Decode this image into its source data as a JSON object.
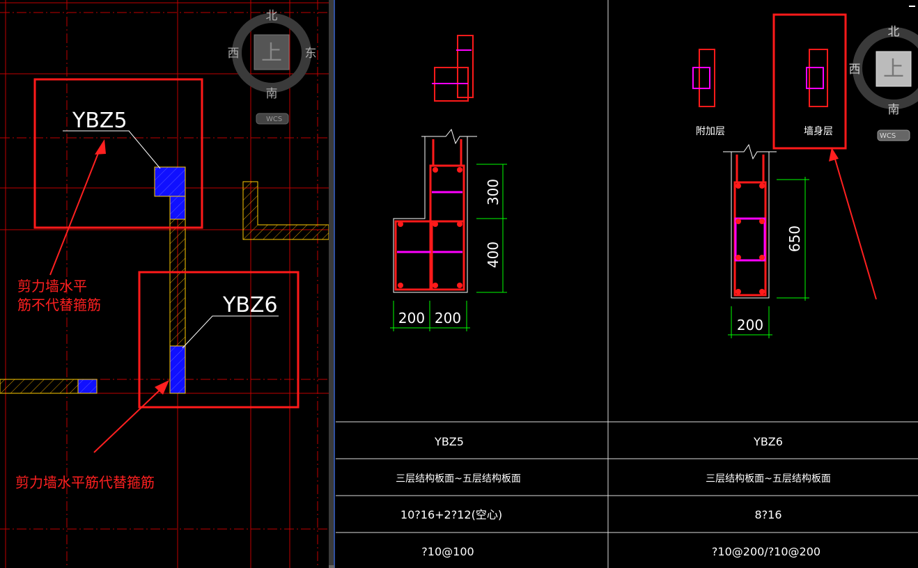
{
  "left_view": {
    "compass": {
      "north": "北",
      "south": "南",
      "west": "西",
      "east": "东",
      "center": "上",
      "wcs": "WCS"
    },
    "labels": {
      "ybz5": "YBZ5",
      "ybz6": "YBZ6"
    },
    "annotations": {
      "a1_line1": "剪力墙水平",
      "a1_line2": "筋不代替箍筋",
      "a2": "剪力墙水平筋代替箍筋"
    }
  },
  "right_view": {
    "compass": {
      "north": "北",
      "south": "南",
      "west": "西",
      "center": "上",
      "wcs": "WCS"
    },
    "ybz5_dims": {
      "d300": "300",
      "d400": "400",
      "w1": "200",
      "w2": "200"
    },
    "ybz6_dims": {
      "d650": "650",
      "w": "200"
    },
    "legend": {
      "extra": "附加层",
      "wall": "墙身层"
    },
    "table": {
      "rows": [
        [
          "YBZ5",
          "YBZ6"
        ],
        [
          "三层结构板面~五层结构板面",
          "三层结构板面~五层结构板面"
        ],
        [
          "10?16+2?12(空心)",
          "8?16"
        ],
        [
          "?10@100",
          "?10@200/?10@200"
        ]
      ]
    }
  },
  "colors": {
    "red": "#ff0000",
    "grid": "#d40000",
    "magenta": "#ff00ff",
    "green": "#00ff00",
    "blue": "#0000ff",
    "yellow": "#ffcc00",
    "white": "#ffffff"
  }
}
